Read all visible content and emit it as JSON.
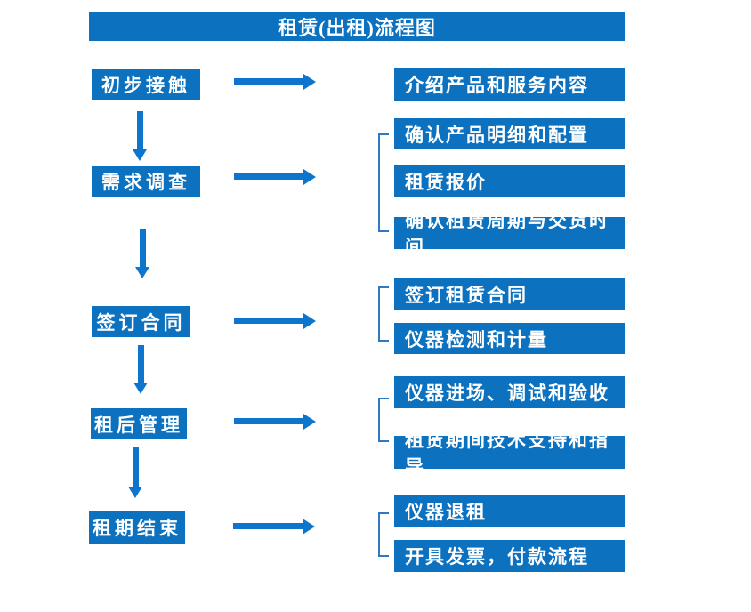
{
  "title": "租赁(出租)流程图",
  "colors": {
    "box_blue": "#0C71BE",
    "arrow_blue": "#0D76CC",
    "bracket_blue": "#2E79C2",
    "text_white": "#FFFFFF"
  },
  "flow": [
    {
      "step": "初步接触",
      "outputs": [
        "介绍产品和服务内容"
      ]
    },
    {
      "step": "需求调查",
      "outputs": [
        "确认产品明细和配置",
        "租赁报价",
        "确认租赁周期与交货时间"
      ]
    },
    {
      "step": "签订合同",
      "outputs": [
        "签订租赁合同",
        "仪器检测和计量"
      ]
    },
    {
      "step": "租后管理",
      "outputs": [
        "仪器进场、调试和验收",
        "租赁期间技术支持和指导"
      ]
    },
    {
      "step": "租期结束",
      "outputs": [
        "仪器退租",
        "开具发票，付款流程"
      ]
    }
  ]
}
